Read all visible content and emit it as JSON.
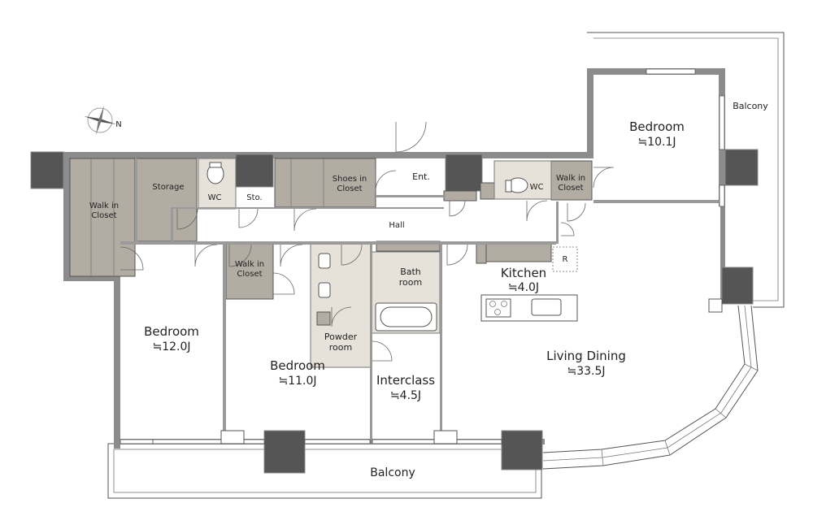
{
  "rooms": {
    "bedroom_ne": {
      "name": "Bedroom",
      "size": "≒10.1J"
    },
    "bedroom_w": {
      "name": "Bedroom",
      "size": "≒12.0J"
    },
    "bedroom_c": {
      "name": "Bedroom",
      "size": "≒11.0J"
    },
    "interclass": {
      "name": "Interclass",
      "size": "≒4.5J"
    },
    "kitchen": {
      "name": "Kitchen",
      "size": "≒4.0J"
    },
    "living": {
      "name": "Living Dining",
      "size": "≒33.5J"
    },
    "bath": {
      "line1": "Bath",
      "line2": "room"
    },
    "powder": {
      "line1": "Powder",
      "line2": "room"
    }
  },
  "small_labels": {
    "walk_in_closet_w": {
      "line1": "Walk in",
      "line2": "Closet"
    },
    "walk_in_closet_c": {
      "line1": "Walk in",
      "line2": "Closet"
    },
    "walk_in_closet_ne": {
      "line1": "Walk in",
      "line2": "Closet"
    },
    "shoes_closet": {
      "line1": "Shoes in",
      "line2": "Closet"
    },
    "storage": "Storage",
    "wc_w": "WC",
    "wc_e": "WC",
    "sto": "Sto.",
    "ent": "Ent.",
    "hall": "Hall",
    "refrigerator": "R",
    "balcony_south": "Balcony",
    "balcony_east": "Balcony"
  },
  "compass": {
    "letter": "N",
    "icon": "compass-icon"
  },
  "colors": {
    "wall": "#8c8c8c",
    "column": "#555555",
    "closet": "#b3aca3",
    "wet_area": "#e6e1d9"
  }
}
